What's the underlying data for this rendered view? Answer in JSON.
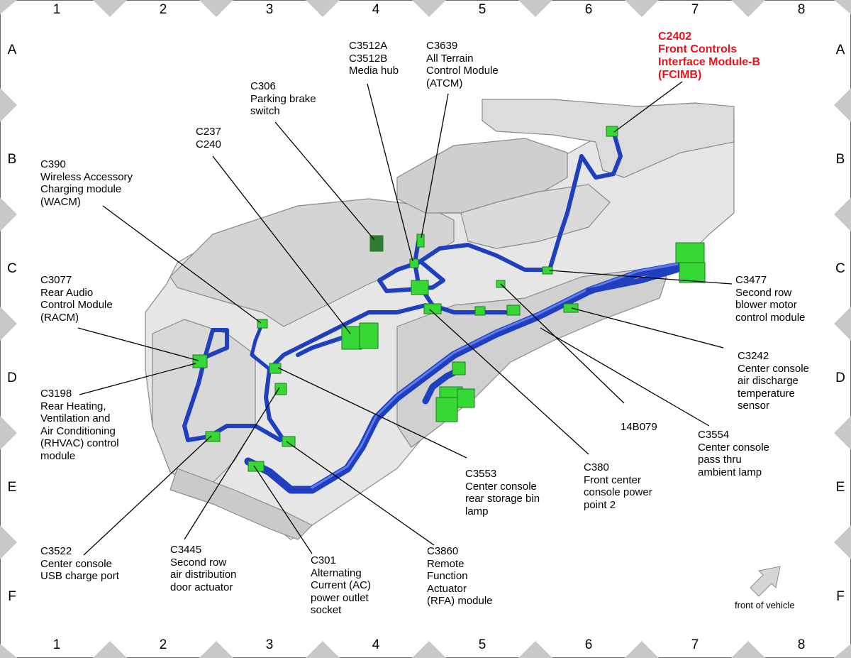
{
  "grid": {
    "columns": [
      "1",
      "2",
      "3",
      "4",
      "5",
      "6",
      "7",
      "8"
    ],
    "rows": [
      "A",
      "B",
      "C",
      "D",
      "E",
      "F"
    ]
  },
  "colors": {
    "harness": "#1f3fbf",
    "harness_highlight": "#5c7cf0",
    "connector": "#35d835",
    "connector_dark": "#2e7d32",
    "console_fill": "#e6e6e6",
    "console_edge": "#8a8a8a",
    "label_red": "#e8141b",
    "border_triangle": "#c8c8c8"
  },
  "callouts": {
    "c3512": "C3512A\nC3512B\nMedia hub",
    "c3639": "C3639\nAll Terrain\nControl Module\n(ATCM)",
    "c2402": "C2402\nFront Controls\nInterface Module-B\n(FCIMB)",
    "c306": "C306\nParking brake\nswitch",
    "c237": "C237\nC240",
    "c390": "C390\nWireless Accessory\nCharging module\n(WACM)",
    "c3077": "C3077\nRear Audio\nControl Module\n(RACM)",
    "c3198": "C3198\nRear Heating,\nVentilation and\nAir Conditioning\n(RHVAC) control\nmodule",
    "c3477": "C3477\nSecond row\nblower motor\ncontrol module",
    "c3242": "C3242\nCenter console\nair discharge\ntemperature\nsensor",
    "c3554": "C3554\nCenter console\npass thru\nambient lamp",
    "w14b079": "14B079",
    "c380": "C380\nFront center\nconsole power\npoint 2",
    "c3553": "C3553\nCenter console\nrear storage bin\nlamp",
    "c3860": "C3860\nRemote\nFunction\nActuator\n(RFA) module",
    "c301": "C301\nAlternating\nCurrent (AC)\npower outlet\nsocket",
    "c3445": "C3445\nSecond row\nair distribution\ndoor actuator",
    "c3522": "C3522\nCenter console\nUSB charge port"
  },
  "front_note": "front of vehicle"
}
